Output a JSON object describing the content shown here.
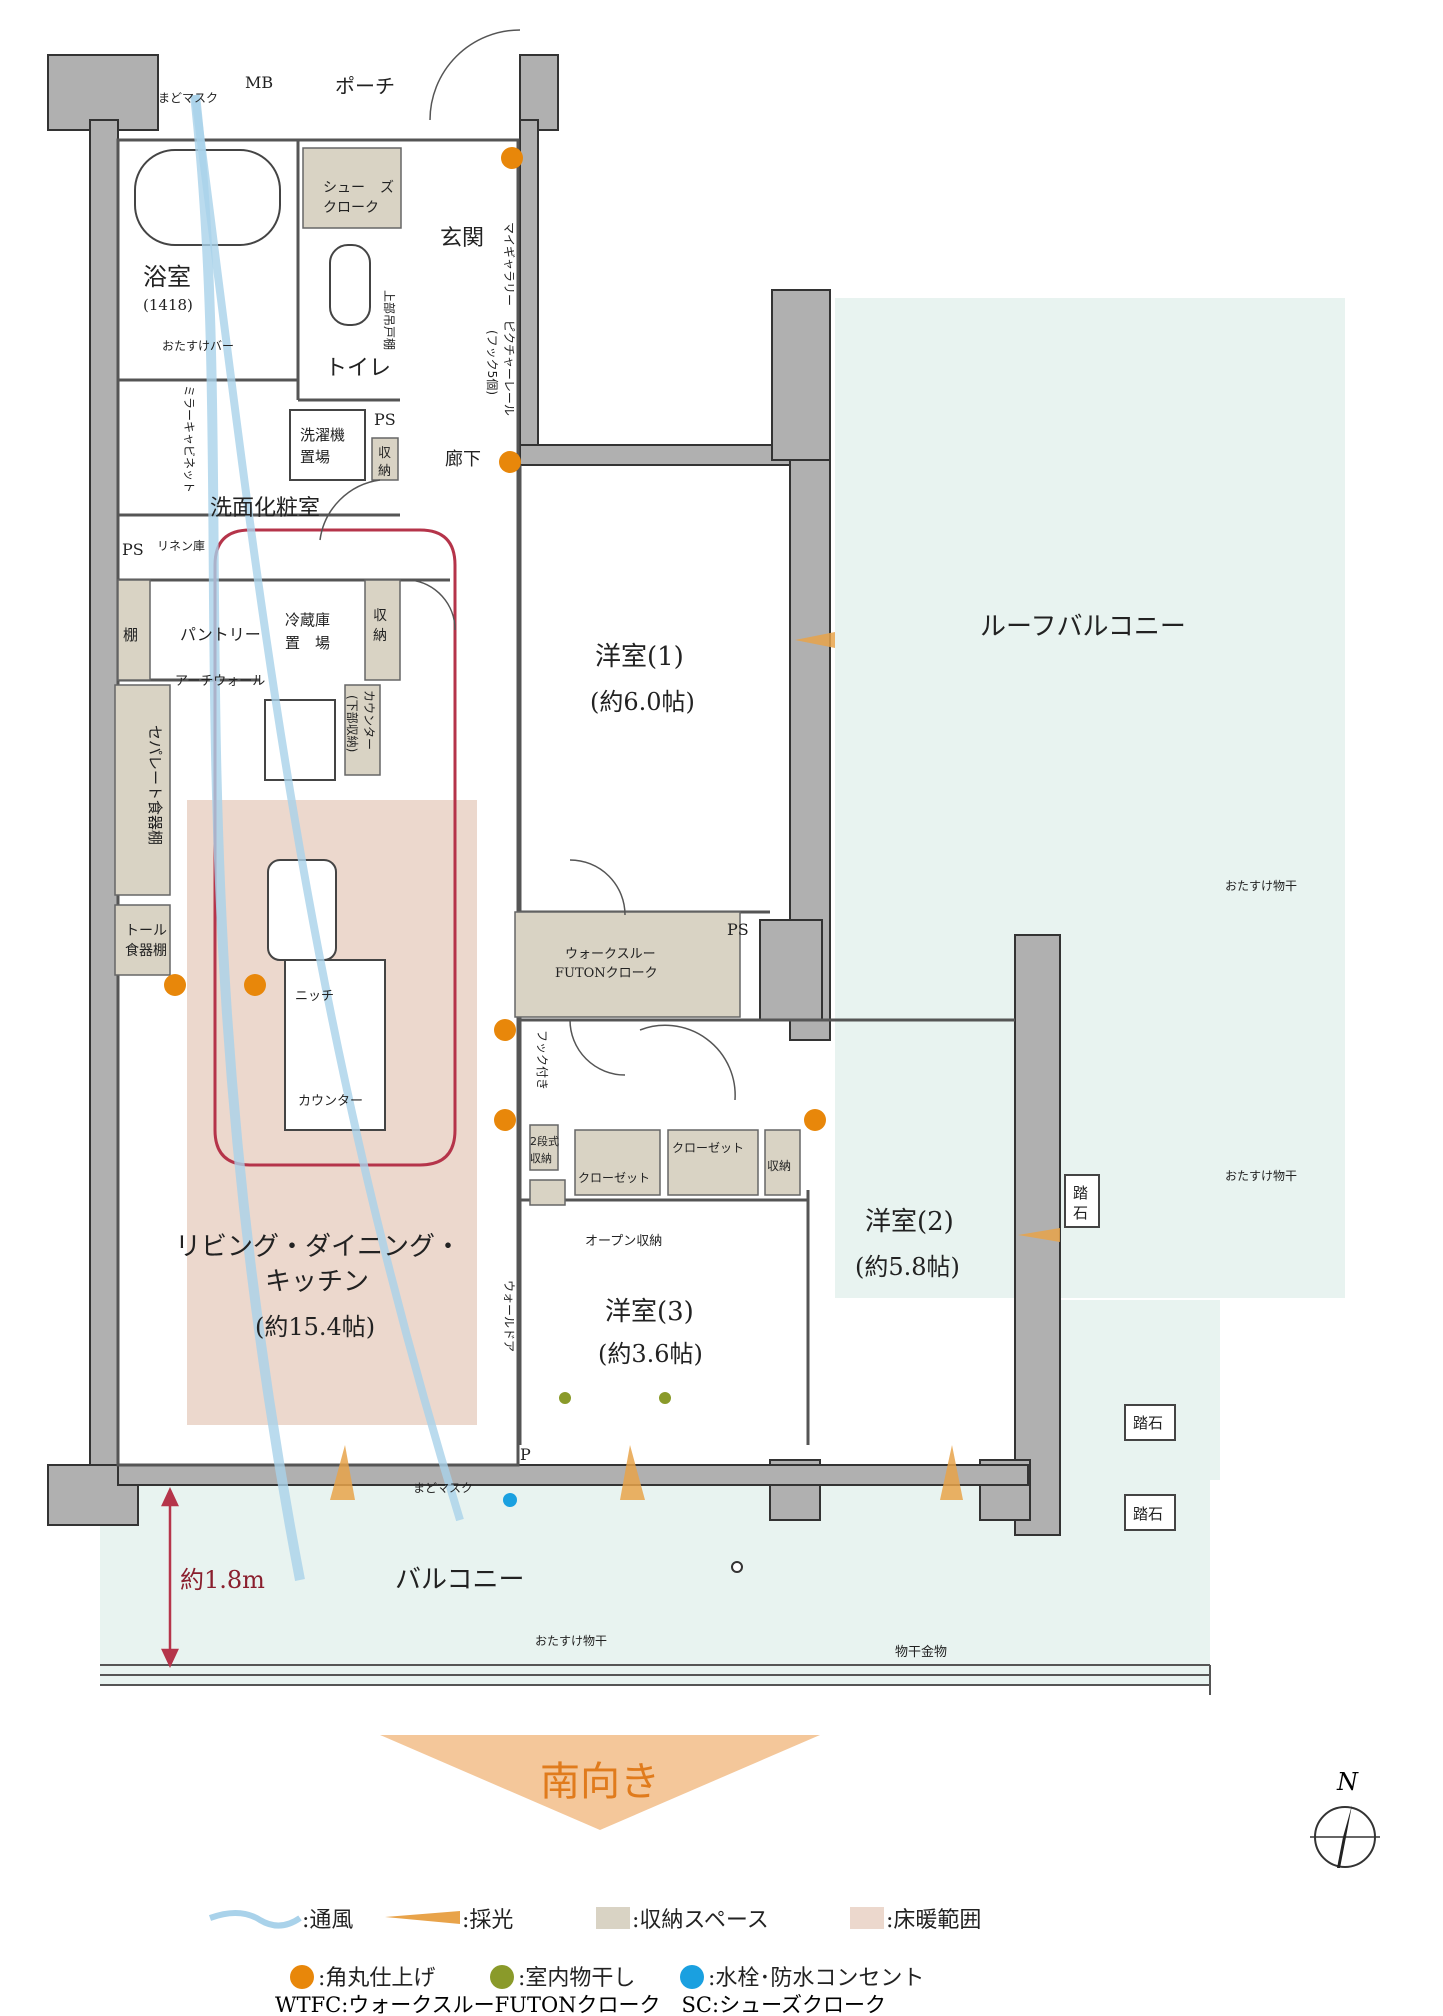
{
  "orientation": {
    "label": "南向き",
    "north": "N"
  },
  "rooms": {
    "porch": "ポーチ",
    "mb": "MB",
    "mado_mask_top": "まどマスク",
    "shoes_cloak": [
      "シュー",
      "ズ",
      "クローク"
    ],
    "genkan": "玄関",
    "bath": "浴室",
    "bath_size": "(1418)",
    "otasuke_bar": "おたすけバー",
    "toilet": "トイレ",
    "upper_cabinet": "上部吊戸棚",
    "ps1": "PS",
    "ps2": "PS",
    "ps3": "PS",
    "laundry": [
      "洗濯機",
      "置場"
    ],
    "storage_small": [
      "収",
      "納"
    ],
    "hall": "廊下",
    "my_gallery": "マイギャラリー",
    "picture_rail": "ピクチャーレール",
    "hook5": "(フック5個)",
    "mirror_cabinet": "ミラーキャビネット",
    "washroom": "洗面化粧室",
    "linen": "リネン庫",
    "shelf": "棚",
    "pantry": "パントリー",
    "fridge": [
      "冷蔵庫",
      "置　場"
    ],
    "storage_kitchen": [
      "収",
      "納"
    ],
    "arch_wall": "アーチウォール",
    "separate_shelf": "セパレート食器棚",
    "tall_shelf": [
      "トール",
      "食器棚"
    ],
    "counter_lower": [
      "カウンター",
      "(下部収納)"
    ],
    "niche": "ニッチ",
    "counter": "カウンター",
    "ldk": "リビング・ダイニング・",
    "ldk2": "キッチン",
    "ldk_size": "(約15.4帖)",
    "room1": "洋室(1)",
    "room1_size": "(約6.0帖)",
    "roof_balcony": "ルーフバルコニー",
    "wtfc": [
      "ウォークスルー",
      "FUTONクローク"
    ],
    "hook_attached": "フック付き",
    "storage_2tier": [
      "2段式",
      "収納"
    ],
    "closet": "クローゼット",
    "closet2": "クローゼット",
    "storage_r2": "収納",
    "open_storage": "オープン収納",
    "wall_door": "ウォールドア",
    "room2": "洋室(2)",
    "room2_size": "(約5.8帖)",
    "room3": "洋室(3)",
    "room3_size": "(約3.6帖)",
    "otasuke_drying1": "おたすけ物干",
    "otasuke_drying2": "おたすけ物干",
    "otasuke_drying3": "おたすけ物干",
    "stepping_stone1": [
      "踏",
      "石"
    ],
    "stepping_stone2": "踏石",
    "stepping_stone3": "踏石",
    "mado_mask_bottom": "まどマスク",
    "p": "P",
    "balcony": "バルコニー",
    "balcony_depth": "約1.8m",
    "drying_hardware": "物干金物"
  },
  "legend": {
    "ventilation": ":通風",
    "daylight": ":採光",
    "storage_space": ":収納スペース",
    "floor_heating": ":床暖範囲",
    "rounded_corner": ":角丸仕上げ",
    "indoor_drying": ":室内物干し",
    "faucet": ":水栓･防水コンセント",
    "abbrev": "WTFC:ウォークスルーFUTONクローク　SC:シューズクローク"
  },
  "colors": {
    "wall": "#b0b0b0",
    "wall_dark": "#7a7a7a",
    "storage": "#d9d3c4",
    "floor_heating": "#ecd8cd",
    "balcony": "#e8f3f0",
    "orange": "#e8870a",
    "green": "#8a9a2a",
    "blue": "#1aa0e0",
    "accent": "#e07b1c",
    "flow_line": "#b5344a"
  }
}
